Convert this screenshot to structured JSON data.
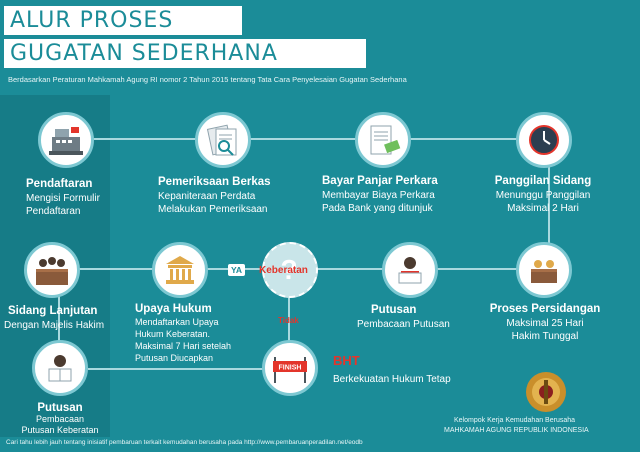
{
  "title": {
    "line1": "ALUR PROSES",
    "line2": "GUGATAN SEDERHANA"
  },
  "subtitle": "Berdasarkan Peraturan Mahkamah Agung RI nomor 2 Tahun 2015 tentang Tata Cara Penyelesaian Gugatan Sederhana",
  "steps": {
    "pendaftaran": {
      "title": "Pendaftaran",
      "line1": "Mengisi Formulir",
      "line2": "Pendaftaran"
    },
    "pemeriksaan": {
      "title": "Pemeriksaan Berkas",
      "line1": "Kepaniteraan Perdata",
      "line2": "Melakukan Pemeriksaan"
    },
    "bayar": {
      "title": "Bayar Panjar Perkara",
      "line1": "Membayar Biaya Perkara",
      "line2": "Pada Bank yang ditunjuk"
    },
    "panggilan": {
      "title": "Panggilan Sidang",
      "line1": "Menunggu Panggilan",
      "line2": "Maksimal 2 Hari"
    },
    "persidangan": {
      "title": "Proses Persidangan",
      "line1": "Maksimal 25 Hari",
      "line2": "Hakim Tunggal"
    },
    "putusan_mid": {
      "title": "Putusan",
      "line1": "Pembacaan Putusan"
    },
    "keberatan": {
      "label": "Keberatan"
    },
    "upaya": {
      "title": "Upaya Hukum",
      "line1": "Mendaftarkan Upaya",
      "line2": "Hukum Keberatan.",
      "line3": "Maksimal 7 Hari setelah",
      "line4": "Putusan Diucapkan"
    },
    "sidang_lanjutan": {
      "title": "Sidang Lanjutan",
      "line1": "Dengan Majelis Hakim"
    },
    "putusan_bottom": {
      "title": "Putusan",
      "line1": "Pembacaan",
      "line2": "Putusan Keberatan"
    },
    "bht": {
      "title": "BHT",
      "line1": "Berkekuatan Hukum Tetap",
      "finish": "FINISH"
    }
  },
  "labels": {
    "ya": "YA",
    "tidak": "Tidak"
  },
  "footer": {
    "org1": "Kelompok Kerja Kemudahan Berusaha",
    "org2": "MAHKAMAH AGUNG REPUBLIK INDONESIA",
    "note": "Cari tahu lebih jauh tentang inisiatif pembaruan terkait kemudahan berusaha  pada http://www.pembaruanperadilan.net/eodb"
  },
  "colors": {
    "background": "#1b8c98",
    "accent_red": "#e3352b",
    "line": "#a9d9df"
  }
}
